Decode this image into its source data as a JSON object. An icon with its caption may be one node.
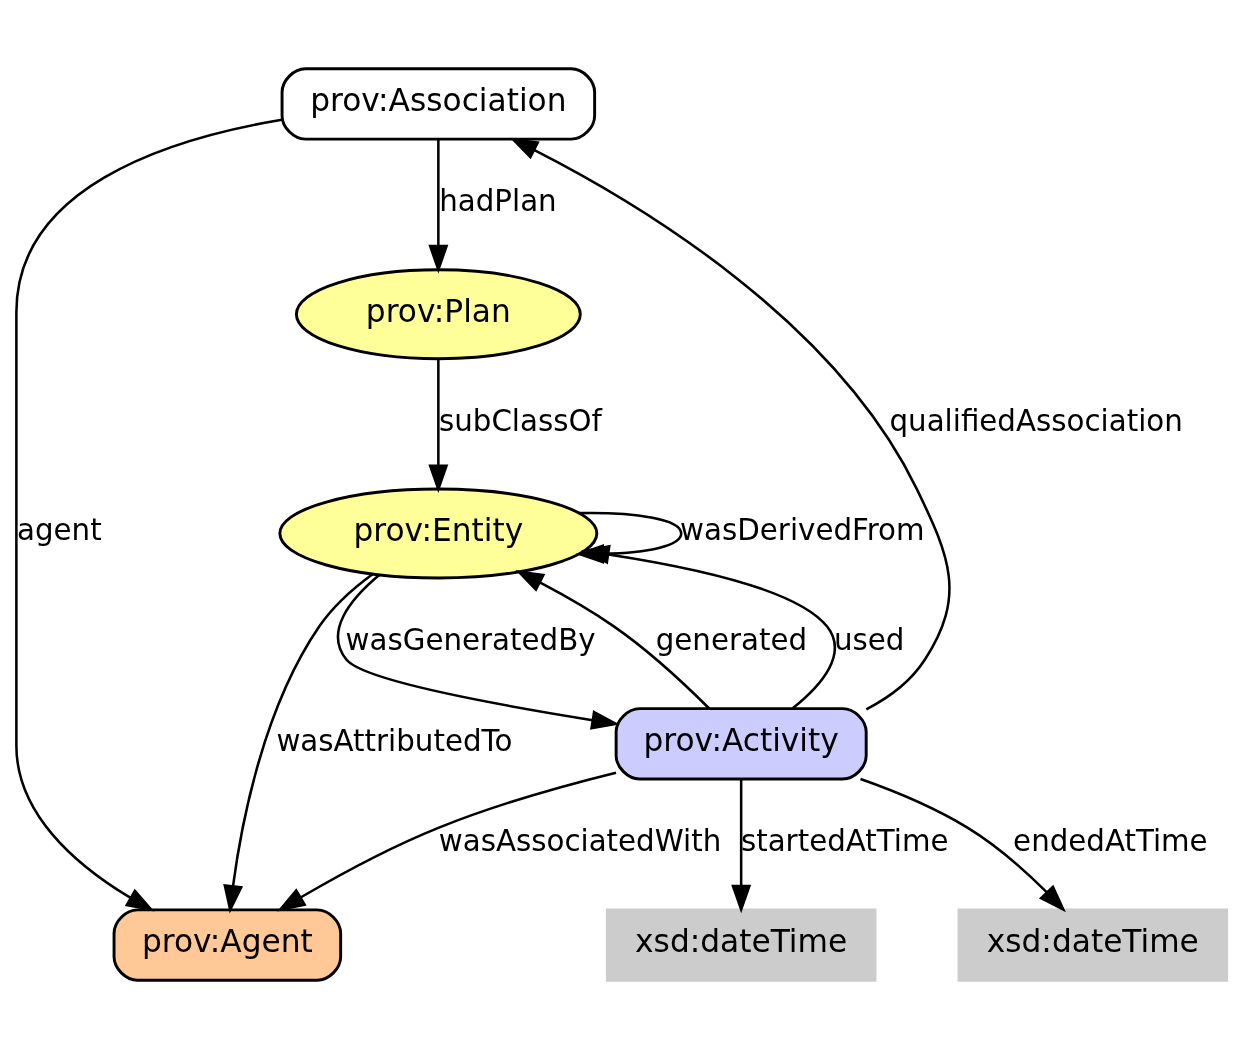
{
  "diagram": {
    "nodes": [
      {
        "text": [
          "prov:Association"
        ]
      },
      {
        "text": [
          "prov:Plan"
        ]
      },
      {
        "text": [
          "prov:Entity"
        ]
      },
      {
        "text": [
          "prov:Agent"
        ]
      },
      {
        "text": [
          "prov:Activity"
        ]
      },
      {
        "text": [
          "xsd:dateTime"
        ]
      },
      {
        "text": [
          "xsd:dateTime"
        ]
      }
    ],
    "edges": [
      {
        "from": 4,
        "to": 0,
        "arrow": "to",
        "label": "qualifiedAssociation"
      },
      {
        "from": 0,
        "to": 1,
        "arrow": "to",
        "label": "hadPlan"
      },
      {
        "from": 1,
        "to": 2,
        "arrow": "to",
        "label": "subClassOf"
      },
      {
        "from": 2,
        "to": 2,
        "arrow": "to",
        "label": "wasDerivedFrom"
      },
      {
        "from": 0,
        "to": 3,
        "arrow": "to",
        "label": "agent"
      },
      {
        "from": 2,
        "to": 3,
        "arrow": "to",
        "label": "wasAttributedTo"
      },
      {
        "from": 4,
        "to": 2,
        "arrow": "to",
        "label": "generated"
      },
      {
        "from": 2,
        "to": 4,
        "arrow": "to",
        "label": "wasGeneratedBy"
      },
      {
        "from": 4,
        "to": 2,
        "arrow": "to",
        "label": "used"
      },
      {
        "from": 4,
        "to": 3,
        "arrow": "to",
        "label": "wasAssociatedWith"
      },
      {
        "from": 4,
        "to": 5,
        "arrow": "to",
        "label": "startedAtTime"
      },
      {
        "from": 4,
        "to": 6,
        "arrow": "to",
        "label": "endedAtTime"
      }
    ]
  }
}
